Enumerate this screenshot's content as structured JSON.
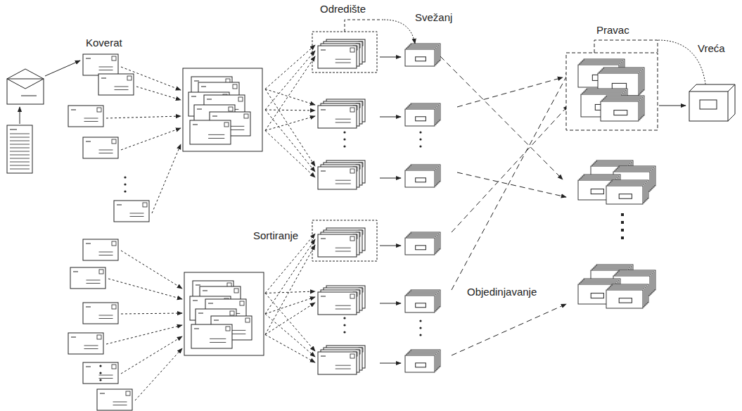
{
  "diagram": {
    "labels": [
      "Koverat",
      "Odredište",
      "Svežanj",
      "Pravac",
      "Vreća",
      "Sortiranje",
      "Objedinjavanje"
    ]
  }
}
